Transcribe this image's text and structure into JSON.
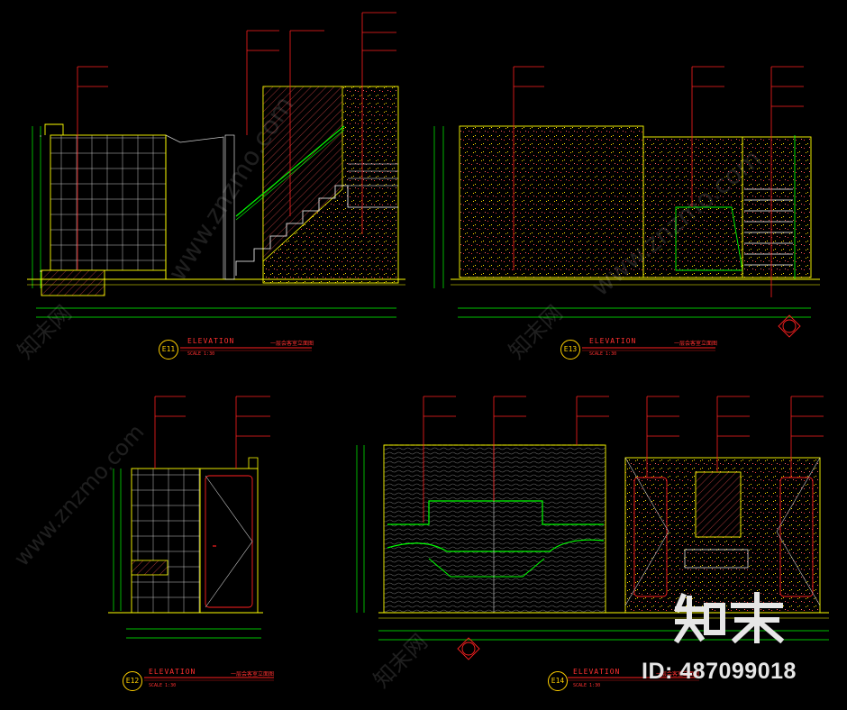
{
  "elevations": [
    {
      "id": "E11",
      "number": "E11",
      "label": "ELEVATION",
      "title": "一层会客室立面图",
      "scale": "SCALE 1:30"
    },
    {
      "id": "E13",
      "number": "E13",
      "label": "ELEVATION",
      "title": "一层会客室立面图",
      "scale": "SCALE 1:30"
    },
    {
      "id": "E12",
      "number": "E12",
      "label": "ELEVATION",
      "title": "一层会客室立面图",
      "scale": "SCALE 1:30"
    },
    {
      "id": "E14",
      "number": "E14",
      "label": "ELEVATION",
      "title": "一层会客室立面图",
      "scale": "SCALE 1:30"
    }
  ],
  "watermark": {
    "site": "www.znzmo.com",
    "brand": "知末网",
    "logo": "知末",
    "id_text": "ID: 487099018"
  },
  "colors": {
    "background": "#000000",
    "lines": "#ffff00",
    "dimension": "#00ff00",
    "accent": "#ff2020",
    "text": "#ffffff"
  }
}
